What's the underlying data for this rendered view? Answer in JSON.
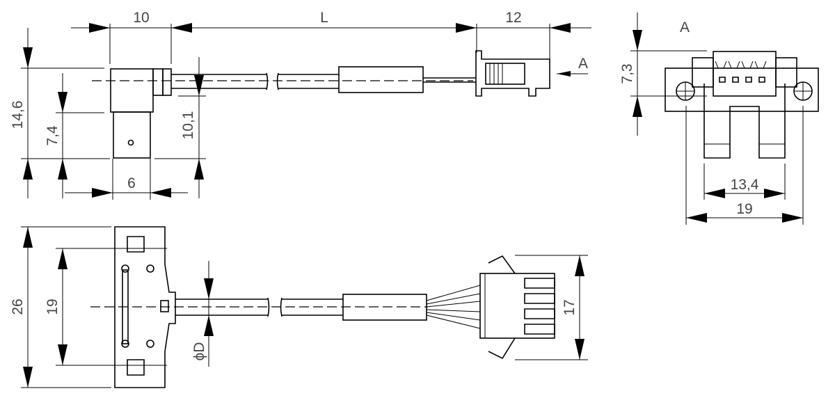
{
  "dimensions": {
    "d10": "10",
    "dL": "L",
    "d12": "12",
    "d14_6": "14,6",
    "d7_4": "7,4",
    "d10_1": "10,1",
    "d6": "6",
    "view_arrow": "A",
    "view_title": "A",
    "d7_3": "7,3",
    "d13_4": "13,4",
    "d19_top": "19",
    "d26": "26",
    "d19_side": "19",
    "dD": "ϕD",
    "d17": "17"
  },
  "colors": {
    "line": "#000000",
    "text": "#444444"
  }
}
